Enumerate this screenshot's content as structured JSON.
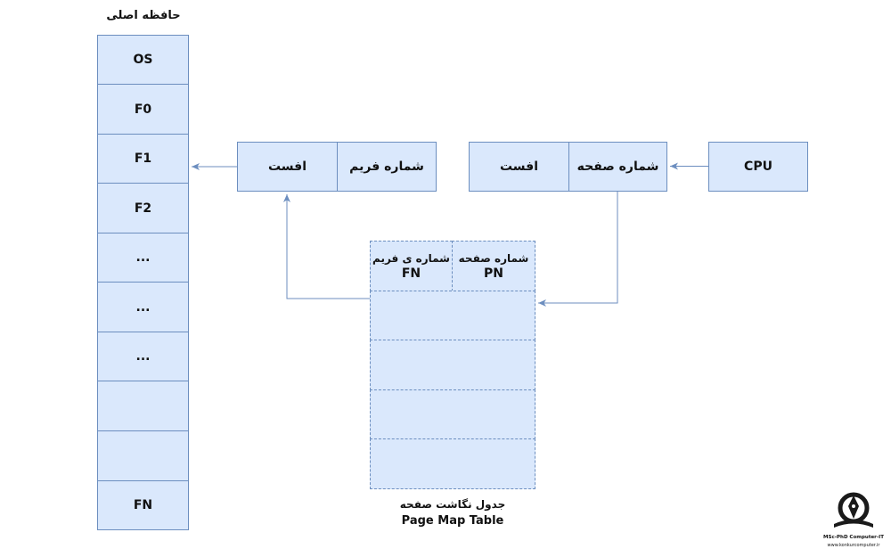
{
  "memory": {
    "title": "حافظه اصلی",
    "cells": [
      "OS",
      "F0",
      "F1",
      "F2",
      "...",
      "...",
      "...",
      "",
      "",
      "FN"
    ]
  },
  "physical_address": {
    "offset": "افست",
    "frame_number": "شماره فریم"
  },
  "logical_address": {
    "offset": "افست",
    "page_number": "شماره صفحه"
  },
  "cpu": {
    "label": "CPU"
  },
  "page_map_table": {
    "col_frame_fa": "شماره ی فریم",
    "col_frame_en": "FN",
    "col_page_fa": "شماره صفحه",
    "col_page_en": "PN",
    "caption_fa": "جدول نگاشت صفحه",
    "caption_en": "Page Map Table"
  },
  "logo": {
    "line1": "MSc-PhD Computer-IT",
    "line2": "www.konkurcomputer.ir"
  },
  "colors": {
    "fill": "#dae8fc",
    "stroke": "#6c8ebf",
    "arrow": "#6c8ebf"
  }
}
